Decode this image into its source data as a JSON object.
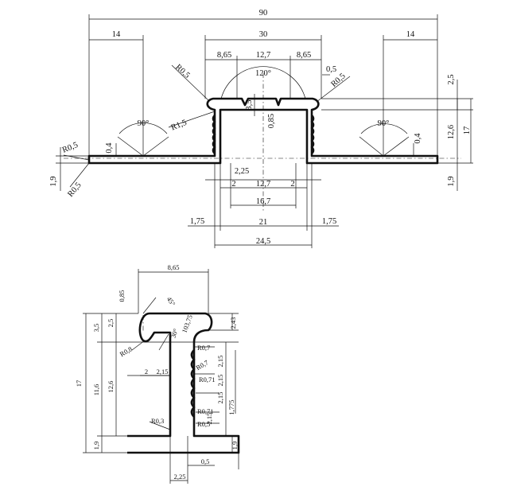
{
  "top_view": {
    "overall": "90",
    "left_flange": "14",
    "right_flange": "14",
    "head_width": "30",
    "head_left": "8,65",
    "head_center": "12,7",
    "head_right": "8,65",
    "gap": "0,5",
    "r_top_left": "R0,5",
    "r_top_right": "R0,5",
    "angle_top": "120°",
    "r_left_a": "R1,5",
    "angle_left": "90°",
    "angle_right": "90°",
    "r_end_a": "R0,5",
    "r_end_b": "R0,5",
    "thk_left": "0,4",
    "thk_right": "0,4",
    "dim_3_5": "3,5",
    "dim_0_85": "0,85",
    "dim_2_5": "2,5",
    "dim_12_6": "12,6",
    "dim_17": "17",
    "dim_1_9_left": "1,9",
    "dim_1_9_right": "1,9",
    "dim_2_25": "2,25",
    "dim_2_left": "2",
    "dim_12_7_b": "12,7",
    "dim_2_right": "2",
    "dim_16_7": "16,7",
    "dim_21": "21",
    "dim_1_75_left": "1,75",
    "dim_1_75_right": "1,75",
    "dim_24_5": "24,5"
  },
  "detail_view": {
    "dim_8_65": "8,65",
    "dim_0_85": "0,85",
    "angle_45": "45°",
    "dim_2_5": "2,5",
    "dim_3_5": "3,5",
    "dim_103_75": "103,75",
    "angle_30": "30°",
    "dim_2_43": "2,43",
    "r_0_8": "R0,8",
    "r_0_7_a": "R0,7",
    "r_0_7_b": "R0,7",
    "r_0_71_a": "R0,71",
    "r_0_71_b": "R0,71",
    "r_0_5": "R0,5",
    "r_0_3": "R0,3",
    "dim_2": "2",
    "dim_2_15_h": "2,15",
    "dim_2_15_a": "2,15",
    "dim_2_15_b": "2,15",
    "dim_2_15_c": "2,15",
    "dim_2_15_d": "2,15",
    "dim_1_775": "1,775",
    "dim_17": "17",
    "dim_11_6": "11,6",
    "dim_12_6": "12,6",
    "dim_1_9_left": "1,9",
    "dim_1_9_right": "1,9",
    "dim_0_5": "0,5",
    "dim_2_25": "2,25"
  }
}
